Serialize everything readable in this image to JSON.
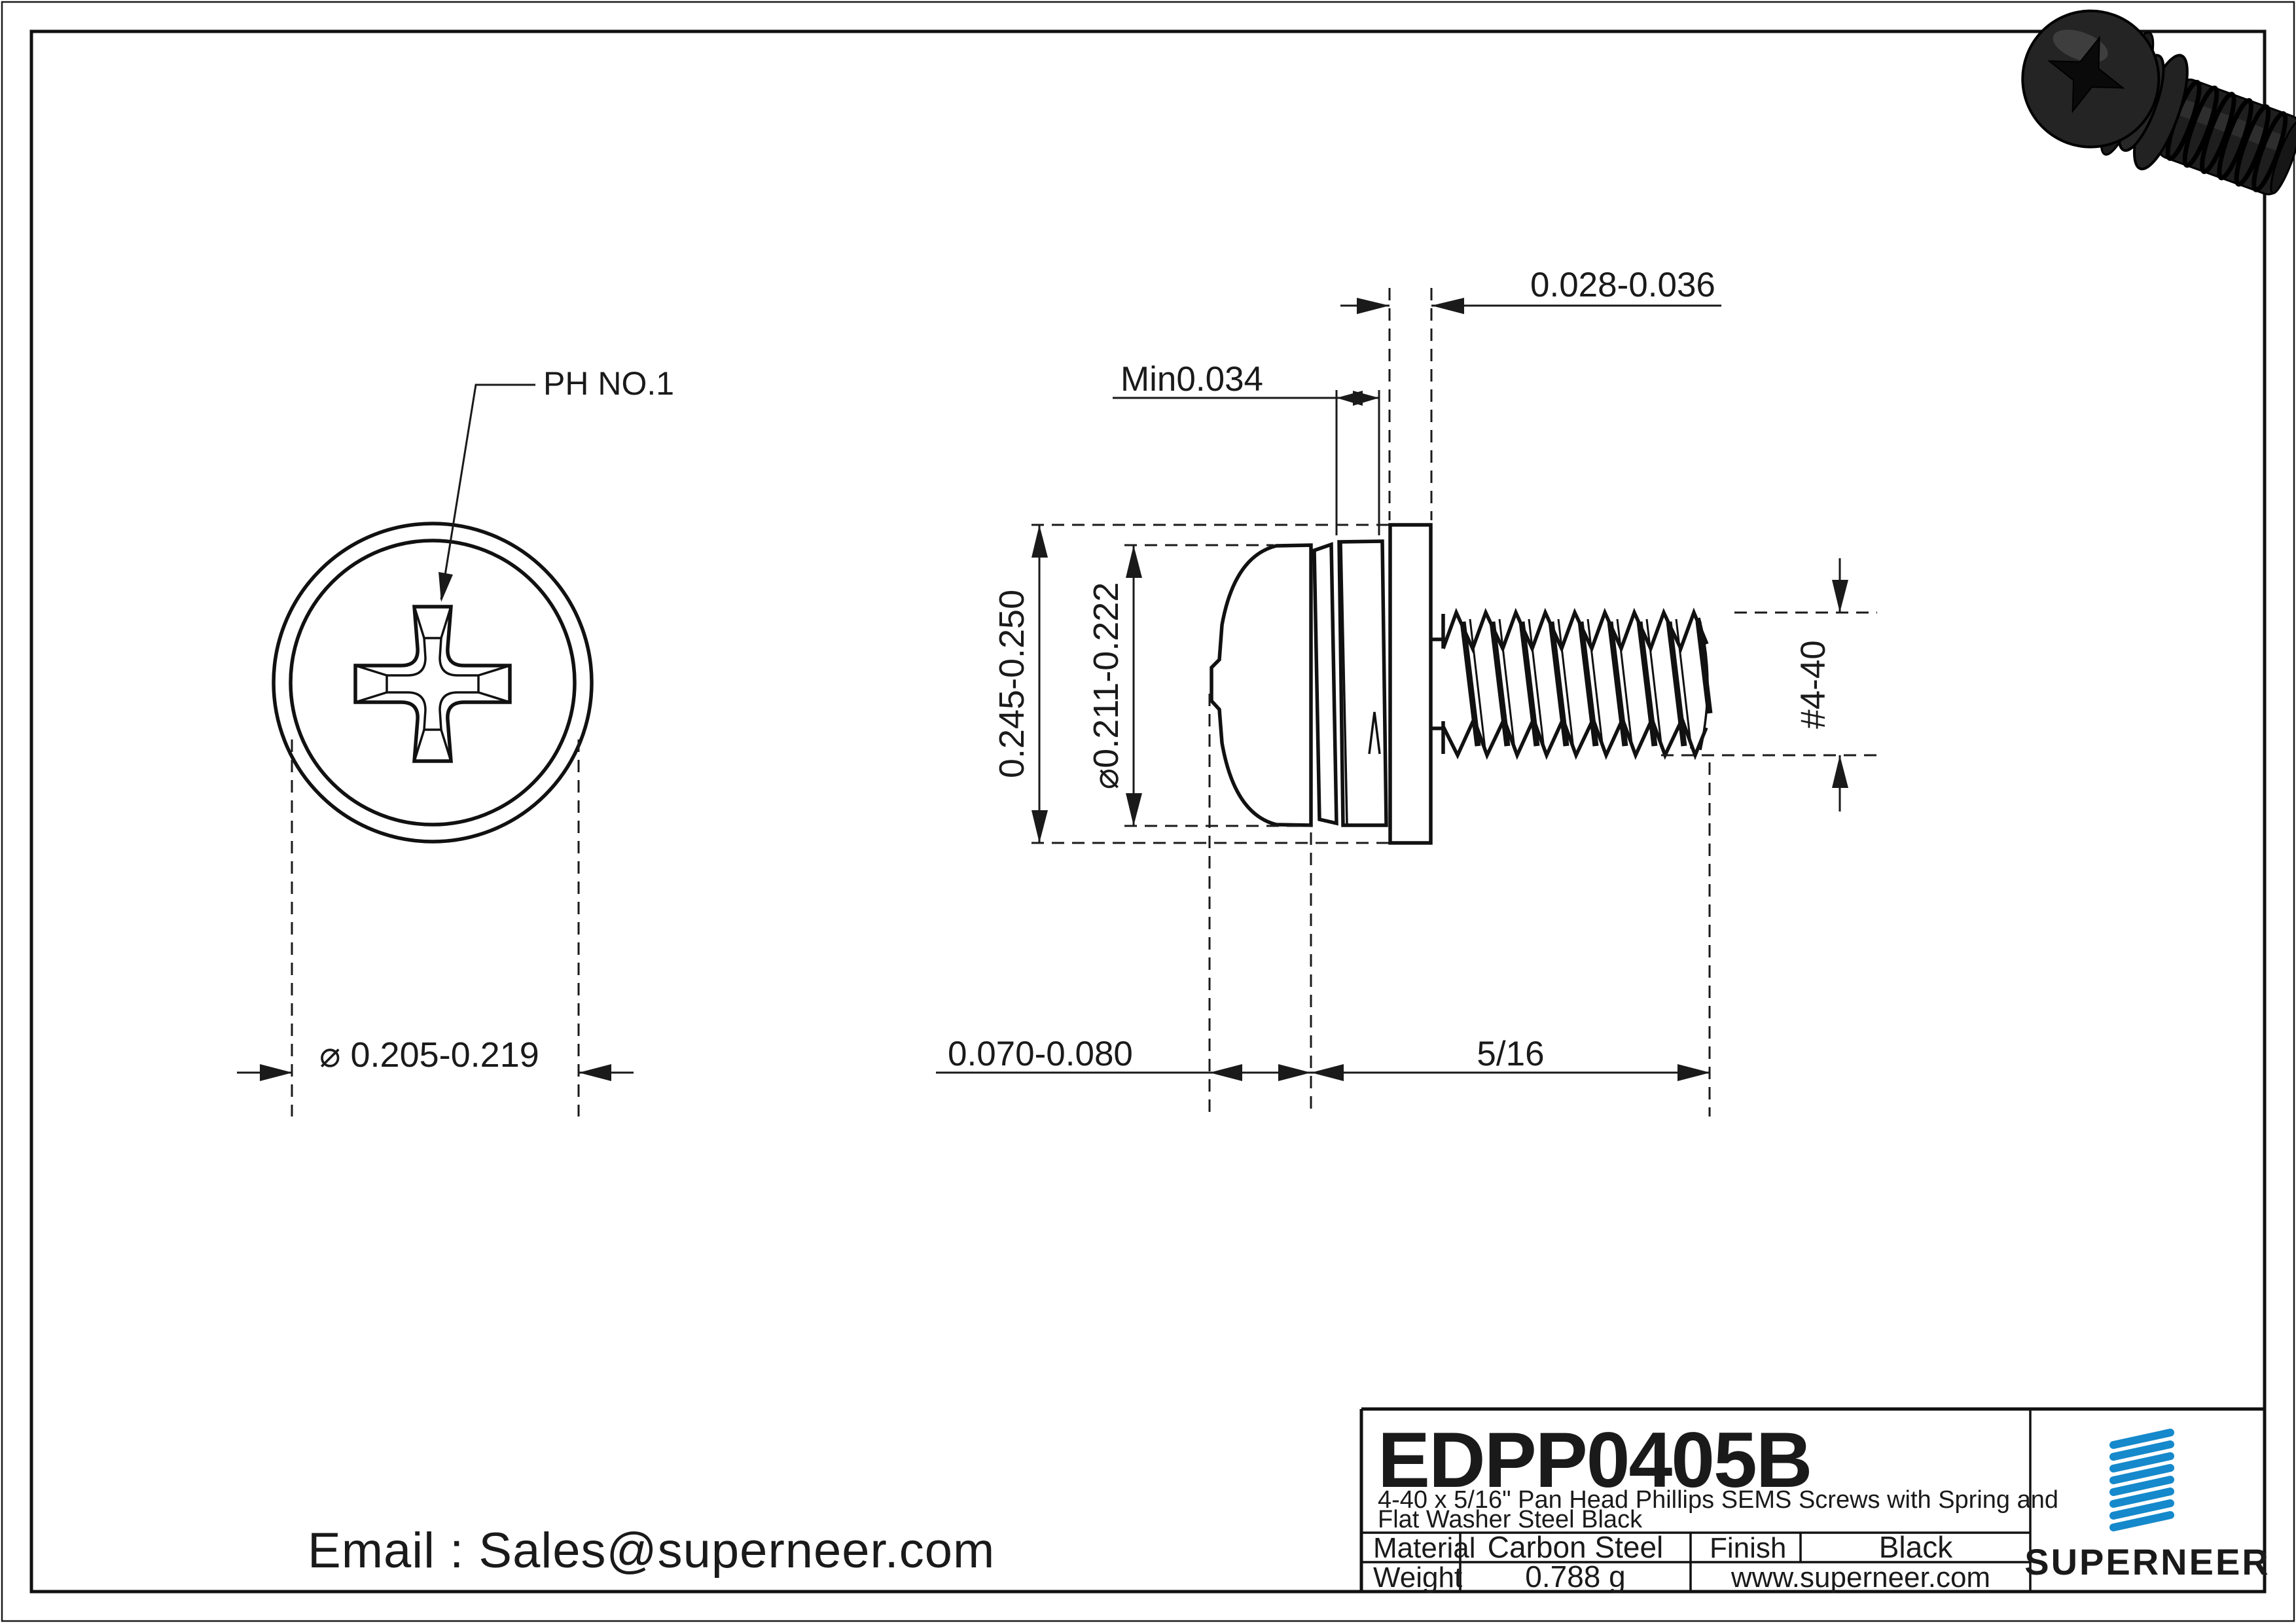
{
  "sheet": {
    "background": "#ffffff",
    "line_color": "#1a1a1a"
  },
  "views": {
    "front": {
      "callout": "PH NO.1",
      "head_diameter": "⌀ 0.205-0.219"
    },
    "side": {
      "washer_od": "0.245-0.250",
      "head_od": "⌀0.211-0.222",
      "spring_washer_thickness": "Min0.034",
      "flat_washer_thickness": "0.028-0.036",
      "thread_spec": "#4-40",
      "head_height": "0.070-0.080",
      "thread_length": "5/16"
    }
  },
  "contact": {
    "email": "Email : Sales@superneer.com"
  },
  "title_block": {
    "part_number": "EDPP0405B",
    "description_line1": "4-40 x 5/16\" Pan Head Phillips SEMS Screws with Spring and",
    "description_line2": "Flat Washer Steel Black",
    "material_label": "Material",
    "material_value": "Carbon Steel",
    "finish_label": "Finish",
    "finish_value": "Black",
    "weight_label": "Weight",
    "weight_value": "0.788 g",
    "website": "www.superneer.com",
    "brand_name": "SUPERNEER",
    "brand_color": "#1589cb",
    "link_color": "#2273d8"
  }
}
